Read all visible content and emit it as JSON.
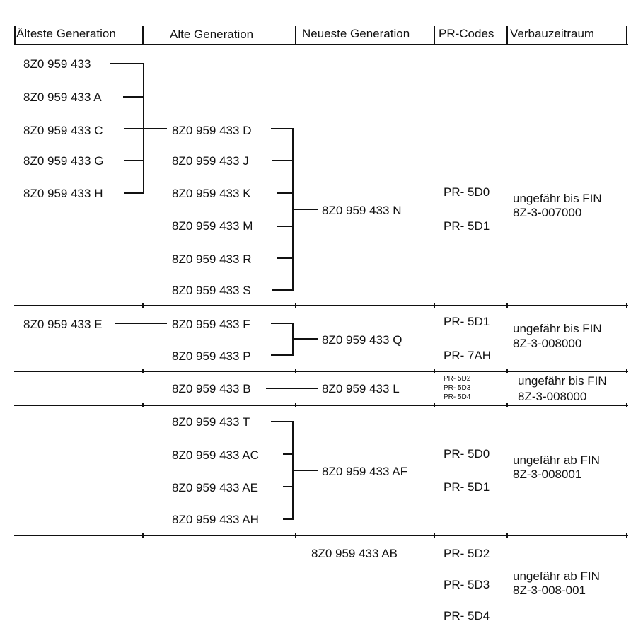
{
  "headers": [
    "Älteste Generation",
    "Alte Generation",
    "Neueste Generation",
    "PR-Codes",
    "Verbauzeitraum"
  ],
  "groups": [
    {
      "oldest": [
        "8Z0 959 433",
        "8Z0 959 433 A",
        "8Z0 959 433 C",
        "8Z0 959 433 G",
        "8Z0 959 433 H"
      ],
      "old": [
        "8Z0 959 433 D",
        "8Z0 959 433 J",
        "8Z0 959 433 K",
        "8Z0 959 433 M",
        "8Z0 959 433 R",
        "8Z0 959 433 S"
      ],
      "newest": "8Z0 959 433 N",
      "pr_codes": [
        "PR- 5D0",
        "PR- 5D1"
      ],
      "period": [
        "ungefähr bis FIN",
        "8Z-3-007000"
      ]
    },
    {
      "oldest": [
        "8Z0 959 433 E"
      ],
      "old": [
        "8Z0 959 433 F",
        "8Z0 959 433 P"
      ],
      "newest": "8Z0 959 433 Q",
      "pr_codes": [
        "PR- 5D1",
        "PR- 7AH"
      ],
      "period": [
        "ungefähr bis FIN",
        "8Z-3-008000"
      ]
    },
    {
      "oldest": [],
      "old": [
        "8Z0 959 433 B"
      ],
      "newest": "8Z0 959 433 L",
      "pr_codes": [
        "PR- 5D2",
        "PR- 5D3",
        "PR- 5D4"
      ],
      "period": [
        "ungefähr bis FIN",
        "8Z-3-008000"
      ]
    },
    {
      "oldest": [],
      "old": [
        "8Z0 959 433 T",
        "8Z0 959 433 AC",
        "8Z0 959 433 AE",
        "8Z0 959 433 AH"
      ],
      "newest": "8Z0 959 433 AF",
      "pr_codes": [
        "PR- 5D0",
        "PR- 5D1"
      ],
      "period": [
        "ungefähr ab FIN",
        "8Z-3-008001"
      ]
    },
    {
      "oldest": [],
      "old": [],
      "newest": "8Z0 959 433 AB",
      "pr_codes": [
        "PR- 5D2",
        "PR- 5D3",
        "PR- 5D4"
      ],
      "period": [
        "ungefähr ab FIN",
        "8Z-3-008-001"
      ]
    }
  ]
}
